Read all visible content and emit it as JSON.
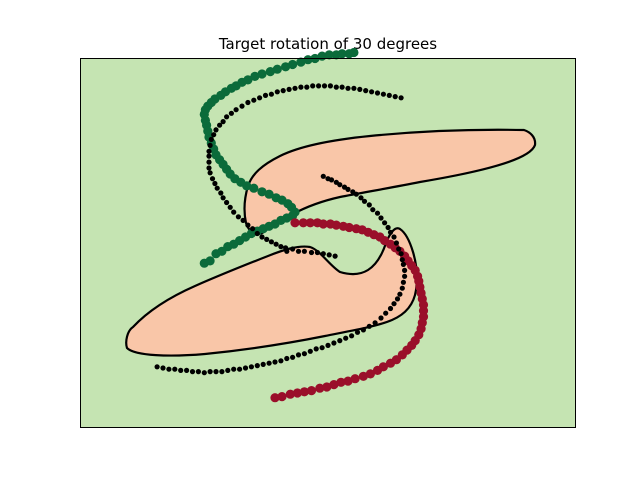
{
  "figure": {
    "title": "Target rotation of 30 degrees"
  },
  "colors": {
    "background_region": "#c5e4b2",
    "target_region": "#f9c6a8",
    "boundary": "#000000",
    "green_points": "#0b6b3a",
    "red_points": "#9a0f2a",
    "target_points": "#000000"
  },
  "chart_data": {
    "type": "scatter",
    "title": "Target rotation of 30 degrees",
    "xlabel": "",
    "ylabel": "",
    "xticks": [],
    "yticks": [],
    "grid": false,
    "legend": "none",
    "xlim": [
      -1.6,
      2.6
    ],
    "ylim": [
      -1.6,
      1.5
    ],
    "series": [
      {
        "color": "green_points",
        "marker": "large",
        "points": [
          [
            -0.55,
            -0.22
          ],
          [
            -0.45,
            -0.14
          ],
          [
            -0.35,
            -0.08
          ],
          [
            -0.25,
            -0.03
          ],
          [
            -0.15,
            0.03
          ],
          [
            -0.05,
            0.07
          ],
          [
            0.05,
            0.11
          ],
          [
            0.15,
            0.16
          ],
          [
            0.22,
            0.21
          ],
          [
            0.16,
            0.28
          ],
          [
            0.06,
            0.33
          ],
          [
            -0.06,
            0.38
          ],
          [
            -0.19,
            0.43
          ],
          [
            -0.29,
            0.49
          ],
          [
            -0.36,
            0.57
          ],
          [
            -0.42,
            0.65
          ],
          [
            -0.47,
            0.74
          ],
          [
            -0.51,
            0.84
          ],
          [
            -0.53,
            0.94
          ],
          [
            -0.55,
            1.03
          ],
          [
            -0.52,
            1.1
          ],
          [
            -0.46,
            1.16
          ],
          [
            -0.37,
            1.22
          ],
          [
            -0.28,
            1.27
          ],
          [
            -0.18,
            1.32
          ],
          [
            -0.06,
            1.37
          ],
          [
            0.07,
            1.41
          ],
          [
            0.2,
            1.45
          ],
          [
            0.33,
            1.49
          ],
          [
            0.45,
            1.52
          ],
          [
            0.57,
            1.53
          ],
          [
            0.68,
            1.54
          ],
          [
            -0.5,
            -0.2
          ],
          [
            -0.4,
            -0.12
          ],
          [
            -0.3,
            -0.06
          ],
          [
            -0.2,
            0.0
          ],
          [
            -0.1,
            0.05
          ],
          [
            0.0,
            0.09
          ],
          [
            0.1,
            0.14
          ],
          [
            0.2,
            0.18
          ],
          [
            0.19,
            0.25
          ],
          [
            0.11,
            0.31
          ],
          [
            0.0,
            0.36
          ],
          [
            -0.13,
            0.41
          ],
          [
            -0.24,
            0.46
          ],
          [
            -0.33,
            0.53
          ],
          [
            -0.39,
            0.61
          ],
          [
            -0.45,
            0.69
          ],
          [
            -0.49,
            0.79
          ],
          [
            -0.52,
            0.89
          ],
          [
            -0.54,
            0.98
          ],
          [
            -0.54,
            1.07
          ],
          [
            -0.49,
            1.13
          ],
          [
            -0.41,
            1.19
          ],
          [
            -0.32,
            1.25
          ],
          [
            -0.23,
            1.3
          ],
          [
            -0.12,
            1.35
          ],
          [
            0.01,
            1.39
          ],
          [
            0.14,
            1.43
          ],
          [
            0.27,
            1.47
          ],
          [
            0.39,
            1.5
          ],
          [
            0.51,
            1.53
          ],
          [
            0.62,
            1.54
          ],
          [
            0.72,
            1.55
          ]
        ]
      },
      {
        "color": "red_points",
        "marker": "large",
        "points": [
          [
            0.05,
            -1.35
          ],
          [
            0.18,
            -1.32
          ],
          [
            0.3,
            -1.3
          ],
          [
            0.43,
            -1.27
          ],
          [
            0.55,
            -1.24
          ],
          [
            0.67,
            -1.21
          ],
          [
            0.8,
            -1.17
          ],
          [
            0.92,
            -1.12
          ],
          [
            1.03,
            -1.06
          ],
          [
            1.13,
            -0.99
          ],
          [
            1.21,
            -0.91
          ],
          [
            1.27,
            -0.82
          ],
          [
            1.3,
            -0.72
          ],
          [
            1.31,
            -0.62
          ],
          [
            1.3,
            -0.52
          ],
          [
            1.28,
            -0.42
          ],
          [
            1.26,
            -0.33
          ],
          [
            1.21,
            -0.24
          ],
          [
            1.15,
            -0.16
          ],
          [
            1.07,
            -0.09
          ],
          [
            0.98,
            -0.03
          ],
          [
            0.89,
            0.02
          ],
          [
            0.79,
            0.06
          ],
          [
            0.68,
            0.08
          ],
          [
            0.57,
            0.1
          ],
          [
            0.46,
            0.11
          ],
          [
            0.35,
            0.12
          ],
          [
            0.22,
            0.12
          ],
          [
            0.11,
            -1.34
          ],
          [
            0.24,
            -1.31
          ],
          [
            0.36,
            -1.29
          ],
          [
            0.49,
            -1.26
          ],
          [
            0.61,
            -1.22
          ],
          [
            0.73,
            -1.19
          ],
          [
            0.86,
            -1.15
          ],
          [
            0.97,
            -1.09
          ],
          [
            1.08,
            -1.03
          ],
          [
            1.17,
            -0.95
          ],
          [
            1.24,
            -0.87
          ],
          [
            1.29,
            -0.77
          ],
          [
            1.31,
            -0.67
          ],
          [
            1.31,
            -0.57
          ],
          [
            1.29,
            -0.47
          ],
          [
            1.27,
            -0.37
          ],
          [
            1.24,
            -0.28
          ],
          [
            1.18,
            -0.2
          ],
          [
            1.11,
            -0.12
          ],
          [
            1.03,
            -0.06
          ],
          [
            0.94,
            0.0
          ],
          [
            0.84,
            0.04
          ],
          [
            0.74,
            0.07
          ],
          [
            0.63,
            0.09
          ],
          [
            0.52,
            0.11
          ],
          [
            0.41,
            0.12
          ],
          [
            0.29,
            0.12
          ]
        ]
      },
      {
        "color": "target_points",
        "marker": "small",
        "points": [
          [
            1.12,
            1.17
          ],
          [
            1.02,
            1.19
          ],
          [
            0.92,
            1.21
          ],
          [
            0.82,
            1.23
          ],
          [
            0.72,
            1.25
          ],
          [
            0.62,
            1.26
          ],
          [
            0.52,
            1.27
          ],
          [
            0.42,
            1.27
          ],
          [
            0.32,
            1.26
          ],
          [
            0.22,
            1.25
          ],
          [
            0.12,
            1.23
          ],
          [
            0.02,
            1.2
          ],
          [
            -0.08,
            1.17
          ],
          [
            -0.18,
            1.13
          ],
          [
            -0.28,
            1.07
          ],
          [
            -0.36,
            1.01
          ],
          [
            -0.42,
            0.94
          ],
          [
            -0.47,
            0.86
          ],
          [
            -0.5,
            0.77
          ],
          [
            -0.51,
            0.68
          ],
          [
            -0.51,
            0.58
          ],
          [
            -0.48,
            0.49
          ],
          [
            -0.44,
            0.41
          ],
          [
            -0.39,
            0.33
          ],
          [
            -0.33,
            0.25
          ],
          [
            -0.26,
            0.17
          ],
          [
            -0.18,
            0.1
          ],
          [
            -0.1,
            0.03
          ],
          [
            -0.02,
            -0.02
          ],
          [
            0.06,
            -0.06
          ],
          [
            0.14,
            -0.09
          ],
          [
            1.07,
            1.18
          ],
          [
            0.97,
            1.2
          ],
          [
            0.87,
            1.22
          ],
          [
            0.77,
            1.24
          ],
          [
            0.67,
            1.25
          ],
          [
            0.57,
            1.26
          ],
          [
            0.47,
            1.27
          ],
          [
            0.37,
            1.27
          ],
          [
            0.27,
            1.26
          ],
          [
            0.17,
            1.24
          ],
          [
            0.07,
            1.22
          ],
          [
            -0.03,
            1.19
          ],
          [
            -0.13,
            1.15
          ],
          [
            -0.23,
            1.1
          ],
          [
            -0.32,
            1.04
          ],
          [
            -0.39,
            0.97
          ],
          [
            -0.45,
            0.9
          ],
          [
            -0.49,
            0.82
          ],
          [
            -0.51,
            0.72
          ],
          [
            -0.51,
            0.63
          ],
          [
            -0.5,
            0.54
          ],
          [
            -0.46,
            0.45
          ],
          [
            -0.41,
            0.37
          ],
          [
            -0.36,
            0.29
          ],
          [
            -0.3,
            0.21
          ],
          [
            -0.22,
            0.14
          ],
          [
            -0.14,
            0.07
          ],
          [
            -0.06,
            0.0
          ],
          [
            0.02,
            -0.04
          ],
          [
            0.1,
            -0.08
          ],
          [
            -0.95,
            -1.09
          ],
          [
            -0.85,
            -1.11
          ],
          [
            -0.75,
            -1.12
          ],
          [
            -0.65,
            -1.13
          ],
          [
            -0.55,
            -1.14
          ],
          [
            -0.45,
            -1.13
          ],
          [
            -0.35,
            -1.12
          ],
          [
            -0.25,
            -1.11
          ],
          [
            -0.15,
            -1.09
          ],
          [
            -0.05,
            -1.07
          ],
          [
            0.05,
            -1.05
          ],
          [
            0.15,
            -1.02
          ],
          [
            0.25,
            -0.99
          ],
          [
            0.35,
            -0.96
          ],
          [
            0.45,
            -0.93
          ],
          [
            0.55,
            -0.89
          ],
          [
            0.65,
            -0.85
          ],
          [
            0.75,
            -0.8
          ],
          [
            0.85,
            -0.75
          ],
          [
            0.95,
            -0.68
          ],
          [
            1.03,
            -0.6
          ],
          [
            1.09,
            -0.52
          ],
          [
            1.13,
            -0.43
          ],
          [
            1.15,
            -0.33
          ],
          [
            1.14,
            -0.23
          ],
          [
            1.12,
            -0.14
          ],
          [
            1.08,
            -0.05
          ],
          [
            1.03,
            0.04
          ],
          [
            0.98,
            0.12
          ],
          [
            0.92,
            0.2
          ],
          [
            0.85,
            0.27
          ],
          [
            0.78,
            0.33
          ],
          [
            0.71,
            0.38
          ],
          [
            0.64,
            0.42
          ],
          [
            0.57,
            0.46
          ],
          [
            0.5,
            0.49
          ],
          [
            -0.9,
            -1.1
          ],
          [
            -0.8,
            -1.11
          ],
          [
            -0.7,
            -1.12
          ],
          [
            -0.6,
            -1.13
          ],
          [
            -0.5,
            -1.13
          ],
          [
            -0.4,
            -1.13
          ],
          [
            -0.3,
            -1.11
          ],
          [
            -0.2,
            -1.1
          ],
          [
            -0.1,
            -1.08
          ],
          [
            0.0,
            -1.06
          ],
          [
            0.1,
            -1.04
          ],
          [
            0.2,
            -1.01
          ],
          [
            0.3,
            -0.98
          ],
          [
            0.4,
            -0.94
          ],
          [
            0.5,
            -0.91
          ],
          [
            0.6,
            -0.87
          ],
          [
            0.7,
            -0.83
          ],
          [
            0.8,
            -0.78
          ],
          [
            0.9,
            -0.72
          ],
          [
            0.99,
            -0.64
          ],
          [
            1.06,
            -0.56
          ],
          [
            1.11,
            -0.48
          ],
          [
            1.14,
            -0.38
          ],
          [
            1.15,
            -0.28
          ],
          [
            1.13,
            -0.19
          ],
          [
            1.1,
            -0.1
          ],
          [
            1.06,
            0.0
          ],
          [
            1.01,
            0.08
          ],
          [
            0.95,
            0.16
          ],
          [
            0.88,
            0.23
          ],
          [
            0.81,
            0.3
          ],
          [
            0.74,
            0.36
          ],
          [
            0.67,
            0.4
          ],
          [
            0.6,
            0.44
          ],
          [
            0.53,
            0.48
          ],
          [
            0.46,
            0.51
          ],
          [
            0.15,
            -0.12
          ],
          [
            0.25,
            -0.12
          ],
          [
            0.36,
            -0.13
          ],
          [
            0.46,
            -0.14
          ],
          [
            0.56,
            -0.16
          ],
          [
            0.2,
            -0.1
          ],
          [
            0.3,
            -0.12
          ],
          [
            0.41,
            -0.13
          ],
          [
            0.51,
            -0.15
          ]
        ]
      }
    ]
  }
}
